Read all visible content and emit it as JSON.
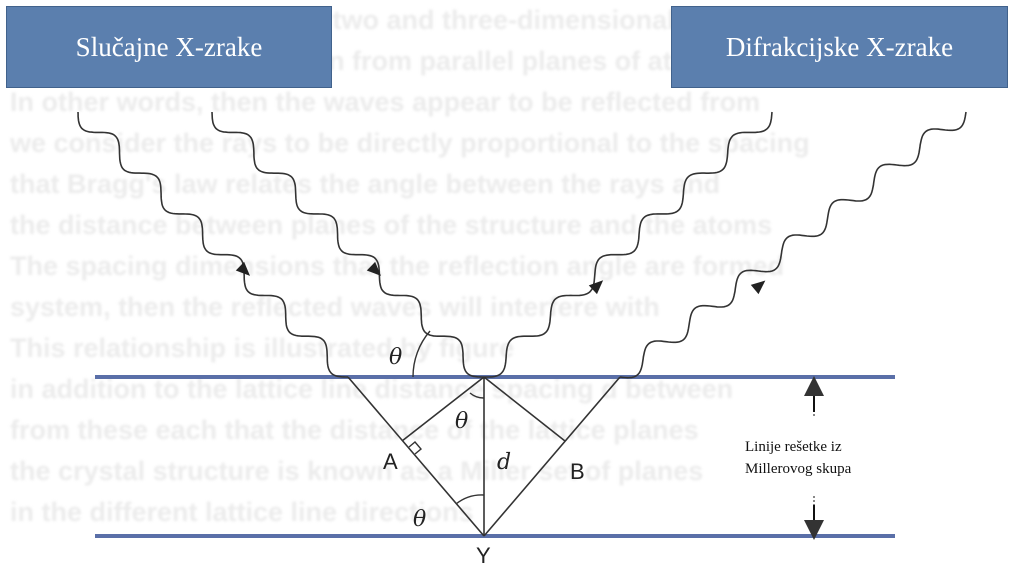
{
  "labels": {
    "incident": "Slučajne X-zrake",
    "diffracted": "Difrakcijske X-zrake",
    "theta": "θ",
    "point_a": "A",
    "point_b": "B",
    "point_y": "Y",
    "spacing_d": "d",
    "lattice_line1": "Linije rešetke iz",
    "lattice_line2": "Millerovog skupa"
  },
  "colors": {
    "box_fill": "#5b7fae",
    "plane_line": "#5a6fa8",
    "ray": "#333333"
  },
  "background_text": [
    "cy diffraction patterns in two and three-dimensional space",
    "in this case the diffraction from parallel planes of atoms",
    "In other words, then the waves appear to be reflected from",
    "we consider the rays to be directly proportional to the spacing",
    "that Bragg's law relates the angle between the rays and",
    "the distance between planes of the structure and the atoms",
    "The spacing dimensions that the reflection angle are formed",
    "system, then the reflected waves will interfere with",
    "This relationship is illustrated by figure",
    "in addition to the lattice line distance spacing d between",
    "from these each that the distance of the lattice planes",
    "the crystal structure is known as a Miller set of planes",
    "in the different lattice line directions"
  ]
}
